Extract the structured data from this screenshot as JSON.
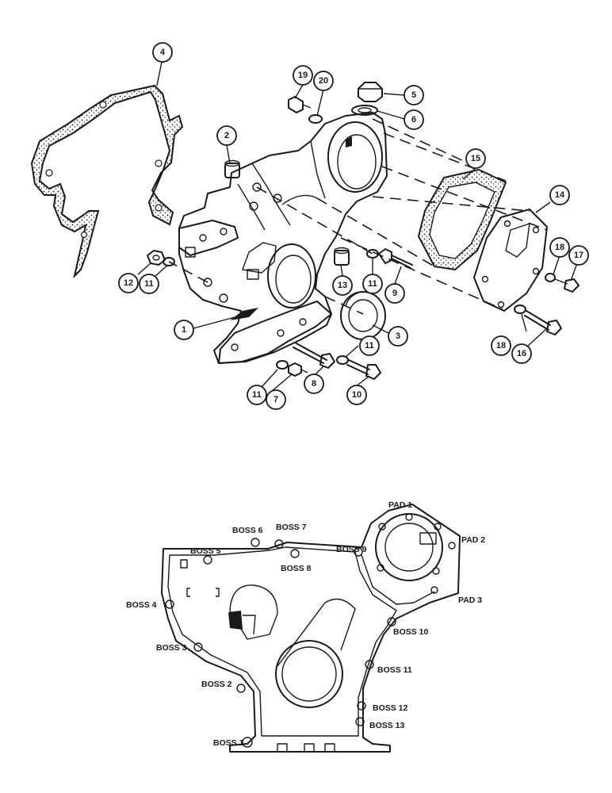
{
  "callouts": {
    "c1": "1",
    "c2": "2",
    "c3": "3",
    "c4": "4",
    "c5": "5",
    "c6": "6",
    "c7": "7",
    "c8": "8",
    "c9": "9",
    "c10": "10",
    "c11a": "11",
    "c11b": "11",
    "c11c": "11",
    "c11d": "11",
    "c12": "12",
    "c13": "13",
    "c14": "14",
    "c15": "15",
    "c16": "16",
    "c17": "17",
    "c18a": "18",
    "c18b": "18",
    "c19": "19",
    "c20": "20"
  },
  "labels": {
    "pad1": "PAD 1",
    "pad2": "PAD 2",
    "pad3": "PAD 3",
    "boss1": "BOSS 1",
    "boss2": "BOSS 2",
    "boss3": "BOSS 3",
    "boss4": "BOSS 4",
    "boss5": "BOSS 5",
    "boss6": "BOSS 6",
    "boss7": "BOSS 7",
    "boss8": "BOSS 8",
    "boss9": "BOSS 9",
    "boss10": "BOSS 10",
    "boss11": "BOSS 11",
    "boss12": "BOSS 12",
    "boss13": "BOSS 13"
  }
}
